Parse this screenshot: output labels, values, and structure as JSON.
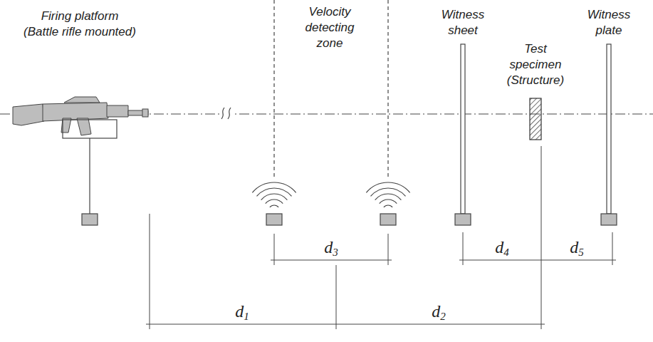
{
  "diagram": {
    "labels": [
      "Firing platform (Battle rifle mounted)",
      "Velocity detecting zone",
      "Witness sheet",
      "Test specimen (Structure)",
      "Witness plate",
      "d3",
      "d4",
      "d5",
      "d1",
      "d2"
    ]
  }
}
